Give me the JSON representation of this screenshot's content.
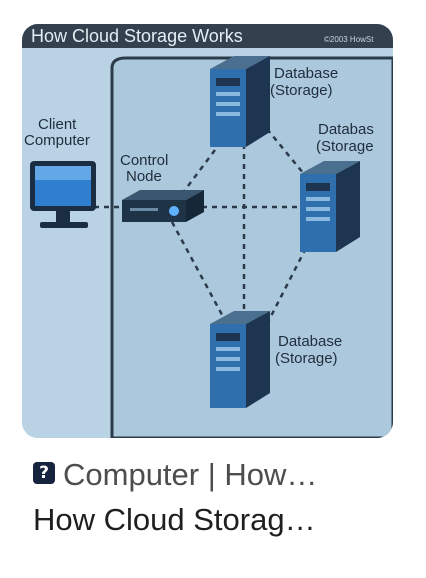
{
  "thumbnail": {
    "banner_title": "How Cloud Storage Works",
    "banner_credit": "©2003 HowSt",
    "labels": {
      "client_line1": "Client",
      "client_line2": "Computer",
      "control_line1": "Control",
      "control_line2": "Node",
      "db_top_line1": "Database",
      "db_top_line2": "(Storage)",
      "db_right_line1": "Databas",
      "db_right_line2": "(Storage",
      "db_bottom_line1": "Database",
      "db_bottom_line2": "(Storage)"
    },
    "colors": {
      "background": "#b9d3e4",
      "banner": "#33414f",
      "server_blue": "#2f6fae",
      "server_dark": "#1d3550"
    }
  },
  "result": {
    "source_icon": "question-mark-badge-icon",
    "source_icon_glyph": "?",
    "source_text": "Computer | How…",
    "title_text": "How Cloud Storag…"
  }
}
